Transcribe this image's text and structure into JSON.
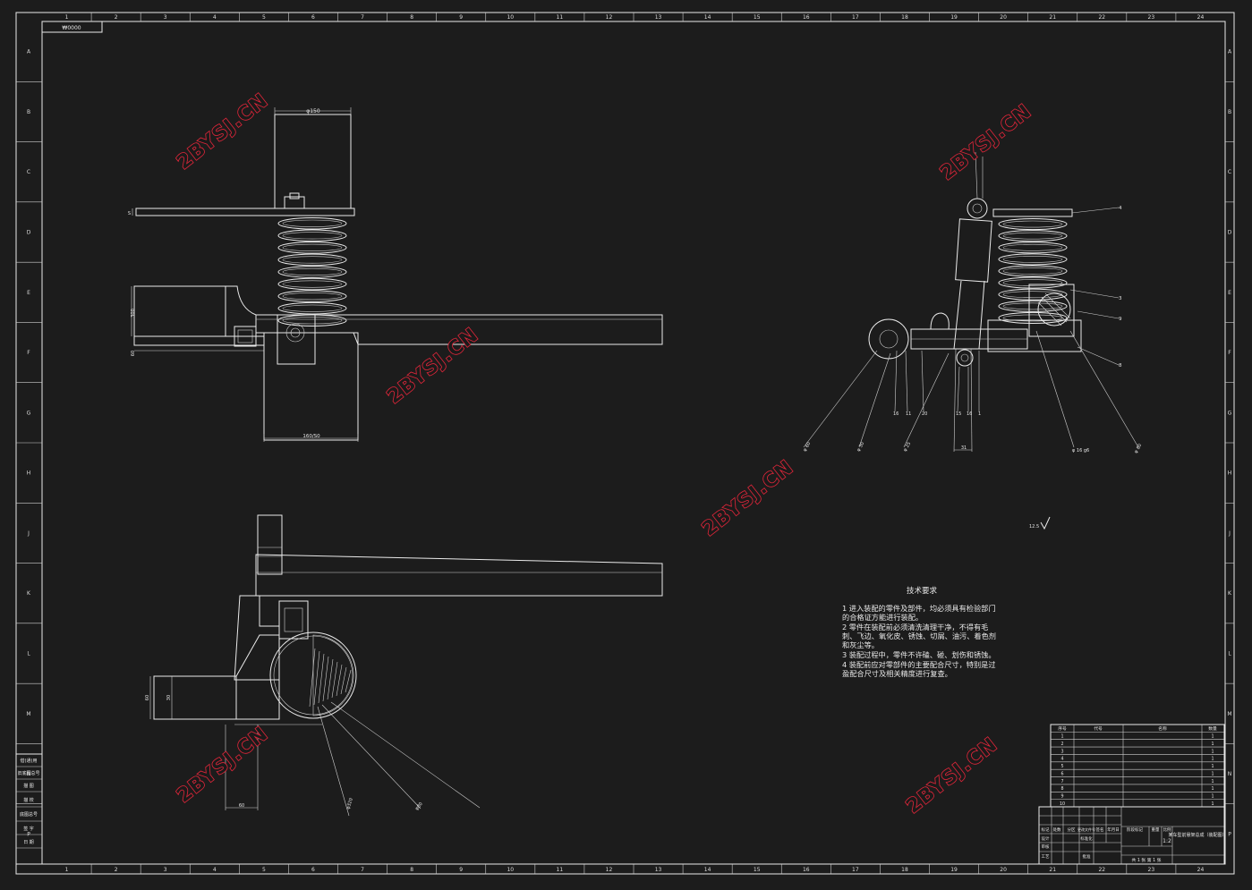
{
  "sheet": {
    "col_numbers": [
      "1",
      "2",
      "3",
      "4",
      "5",
      "6",
      "7",
      "8",
      "9",
      "10",
      "11",
      "12",
      "13",
      "14",
      "15",
      "16",
      "17",
      "18",
      "19",
      "20",
      "21",
      "22",
      "23",
      "24"
    ],
    "row_letters": [
      "A",
      "B",
      "C",
      "D",
      "E",
      "F",
      "G",
      "H",
      "J",
      "K",
      "L",
      "M",
      "N",
      "P"
    ],
    "top_left_tag": "₩0000"
  },
  "watermark": {
    "text": "2BYSJ.CN"
  },
  "dimensions": {
    "front_top_width": "φ150",
    "front_bottom_width": "160/S0",
    "front_left_a": "300",
    "front_left_b": "60",
    "front_left_c": "S",
    "bottom_left_height": "60",
    "bottom_left_inner": "30",
    "bottom_width": "60",
    "bottom_leader_1": "φ320",
    "bottom_leader_2": "φ80",
    "side_bottom_31": "31",
    "side_leader_dia1": "φ 60",
    "side_leader_dia2": "φ 30",
    "side_leader_dia3": "φ 25",
    "side_leader_dia4": "φ 16 g6",
    "side_leader_dia5": "φ 80",
    "roughness": "12.5"
  },
  "balloons": {
    "right_side": [
      "4",
      "3",
      "9",
      "8"
    ],
    "bottom_row": [
      "16",
      "11",
      "20",
      "15",
      "16",
      "1"
    ]
  },
  "requirements": {
    "title": "技术要求",
    "lines": [
      "1  进入装配的零件及部件，均必须具有检验部门",
      "的合格证方能进行装配。",
      "2  零件在装配前必须清洗清理干净，不得有毛",
      "刺、飞边、氧化皮、锈蚀、切屑、油污、着色剂",
      "和灰尘等。",
      "3  装配过程中，零件不许磕、碰、划伤和锈蚀。",
      "4  装配前应对零部件的主要配合尺寸，特别是过",
      "盈配合尺寸及相关精度进行复查。"
    ]
  },
  "bom": {
    "header": [
      "序号",
      "代号",
      "名称",
      "数量"
    ],
    "rows": [
      {
        "no": "1",
        "qty": "1"
      },
      {
        "no": "2",
        "qty": "1"
      },
      {
        "no": "3",
        "qty": "1"
      },
      {
        "no": "4",
        "qty": "1"
      },
      {
        "no": "5",
        "qty": "1"
      },
      {
        "no": "6",
        "qty": "1"
      },
      {
        "no": "7",
        "qty": "1"
      },
      {
        "no": "8",
        "qty": "1"
      },
      {
        "no": "9",
        "qty": "1"
      },
      {
        "no": "10",
        "qty": "1"
      }
    ]
  },
  "title_block": {
    "drawing_title": "某车型前悬架总成（装配图）",
    "scale": "1:2",
    "sheet_info": "共 1 张  第 1 张",
    "labels": [
      "标记",
      "处数",
      "分区",
      "更改文件号",
      "签名",
      "年月日",
      "设计",
      "标准化",
      "阶段标记",
      "重量",
      "比例",
      "审核",
      "工艺",
      "批准"
    ]
  },
  "left_strip": {
    "labels": [
      "借(通)用",
      "旧底图总号",
      "描 图",
      "描 校",
      "底图总号",
      "签 字",
      "日 期"
    ]
  }
}
